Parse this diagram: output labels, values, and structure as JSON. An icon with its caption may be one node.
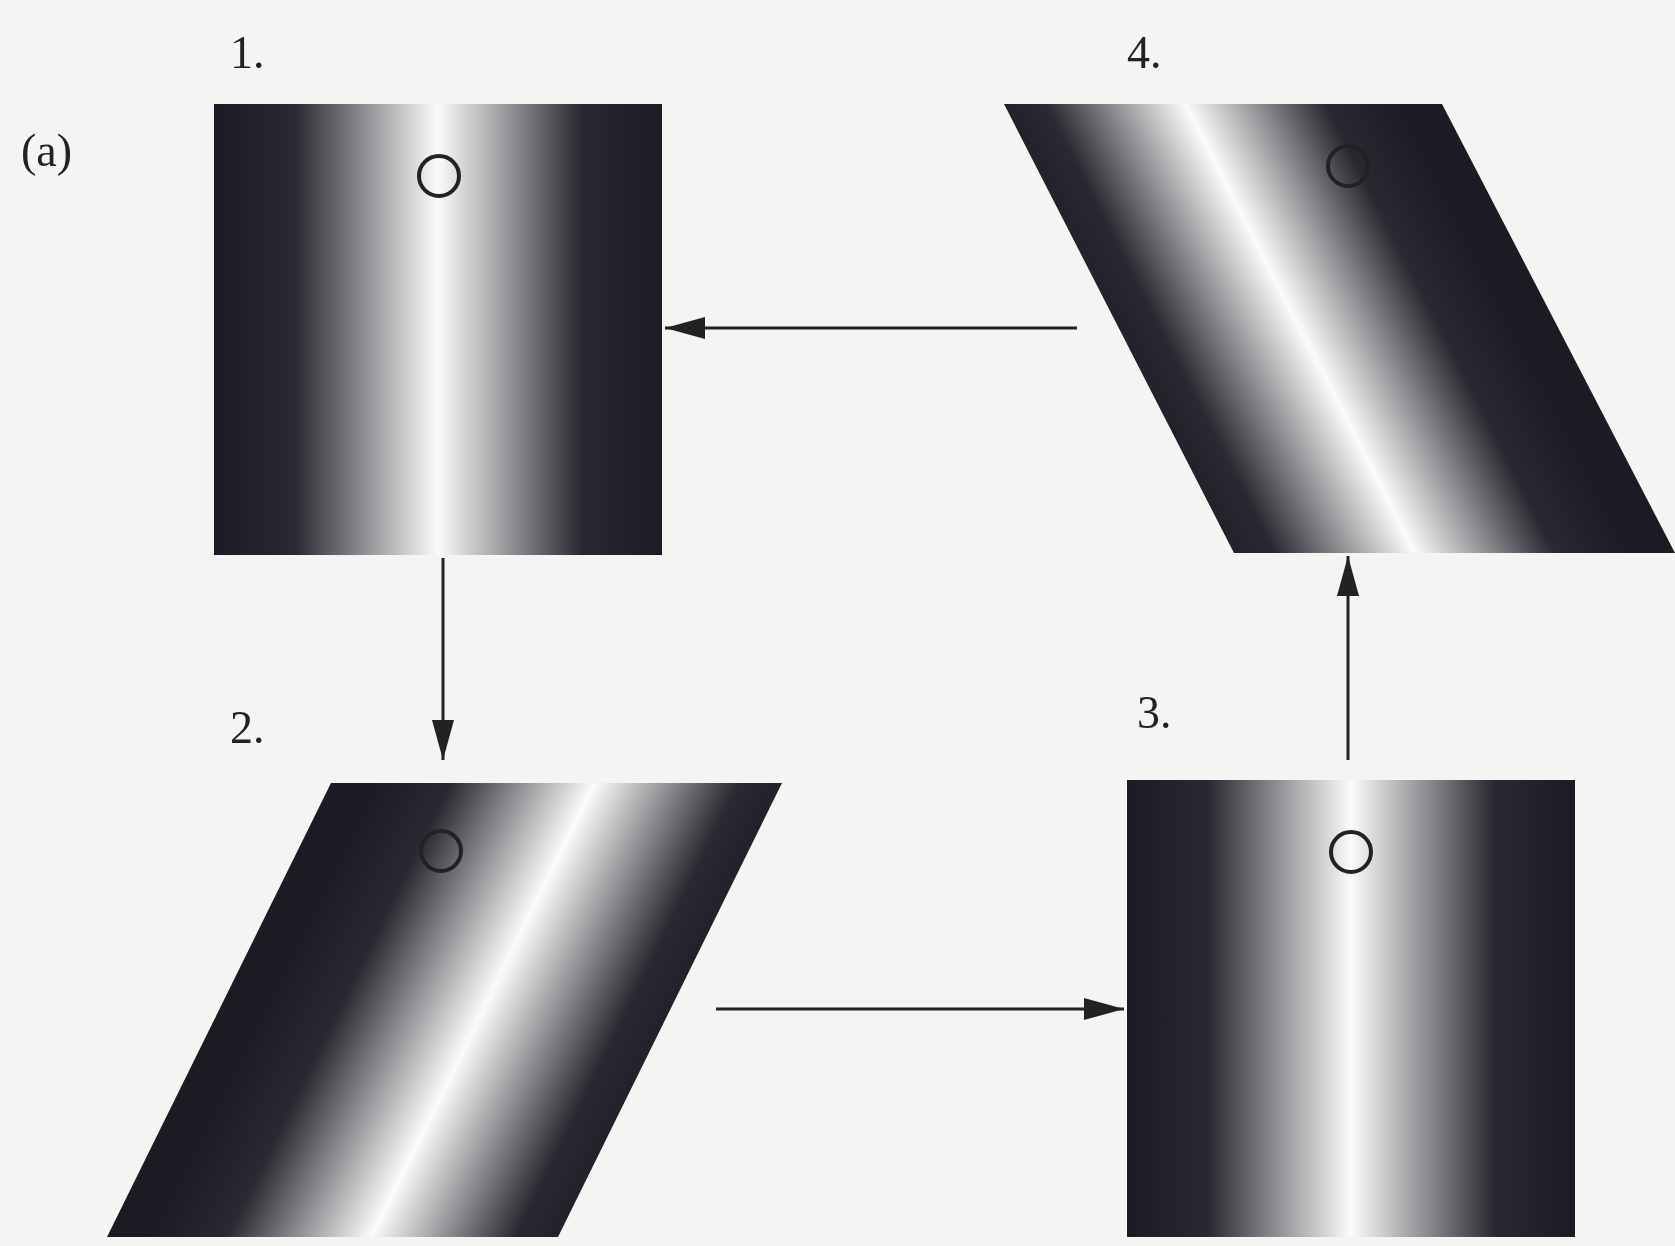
{
  "diagram": {
    "nodes": [
      {
        "text": [
          "1."
        ]
      },
      {
        "text": [
          "4."
        ]
      },
      {
        "text": [
          "2."
        ]
      },
      {
        "text": [
          "3."
        ]
      }
    ],
    "edges": [
      {
        "from": 0,
        "to": 2,
        "arrow": "to"
      },
      {
        "from": 2,
        "to": 3,
        "arrow": "to"
      },
      {
        "from": 3,
        "to": 1,
        "arrow": "to"
      },
      {
        "from": 1,
        "to": 0,
        "arrow": "to"
      }
    ],
    "labels": [
      "(a)"
    ]
  }
}
